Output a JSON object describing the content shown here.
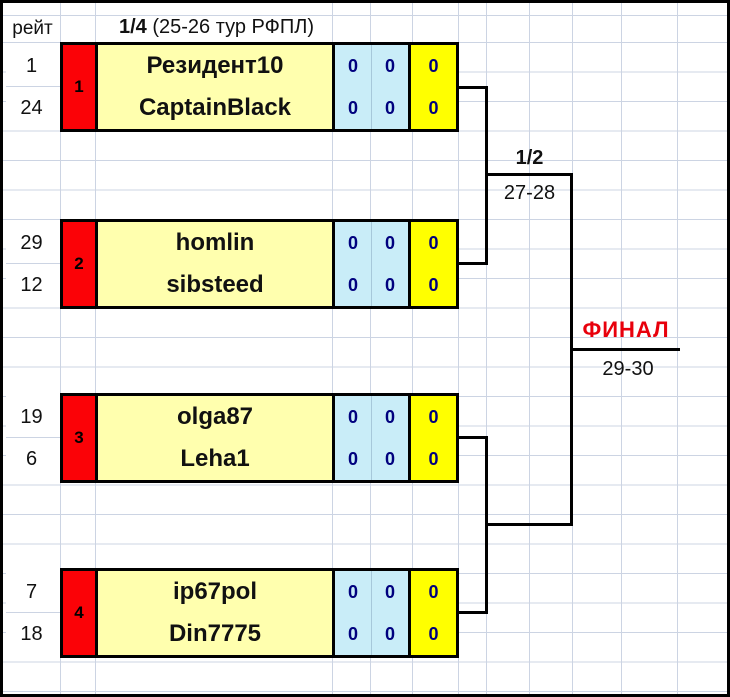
{
  "header": {
    "rating_col": "рейт",
    "round_label": "1/4",
    "round_suffix": " (25-26 тур РФПЛ)"
  },
  "semifinal": {
    "label": "1/2",
    "dates": "27-28"
  },
  "final": {
    "label": "ФИНАЛ",
    "dates": "29-30"
  },
  "matches": [
    {
      "seed": "1",
      "players": [
        {
          "rating": "1",
          "name": "Резидент10",
          "scores": [
            "0",
            "0"
          ],
          "total": "0"
        },
        {
          "rating": "24",
          "name": "CaptainBlack",
          "scores": [
            "0",
            "0"
          ],
          "total": "0"
        }
      ]
    },
    {
      "seed": "2",
      "players": [
        {
          "rating": "29",
          "name": "homlin",
          "scores": [
            "0",
            "0"
          ],
          "total": "0"
        },
        {
          "rating": "12",
          "name": "sibsteed",
          "scores": [
            "0",
            "0"
          ],
          "total": "0"
        }
      ]
    },
    {
      "seed": "3",
      "players": [
        {
          "rating": "19",
          "name": "olga87",
          "scores": [
            "0",
            "0"
          ],
          "total": "0"
        },
        {
          "rating": "6",
          "name": "Leha1",
          "scores": [
            "0",
            "0"
          ],
          "total": "0"
        }
      ]
    },
    {
      "seed": "4",
      "players": [
        {
          "rating": "7",
          "name": "ip67pol",
          "scores": [
            "0",
            "0"
          ],
          "total": "0"
        },
        {
          "rating": "18",
          "name": "Din7775",
          "scores": [
            "0",
            "0"
          ],
          "total": "0"
        }
      ]
    }
  ],
  "colors": {
    "seed_red": "#fb0207",
    "name_yellow": "#ffffae",
    "score_blue": "#c9edf8",
    "total_yellow": "#ffff00",
    "score_text": "#00007e",
    "final_red": "#e8000c",
    "grid_line": "#ccd4e3",
    "line_black": "#000000"
  }
}
